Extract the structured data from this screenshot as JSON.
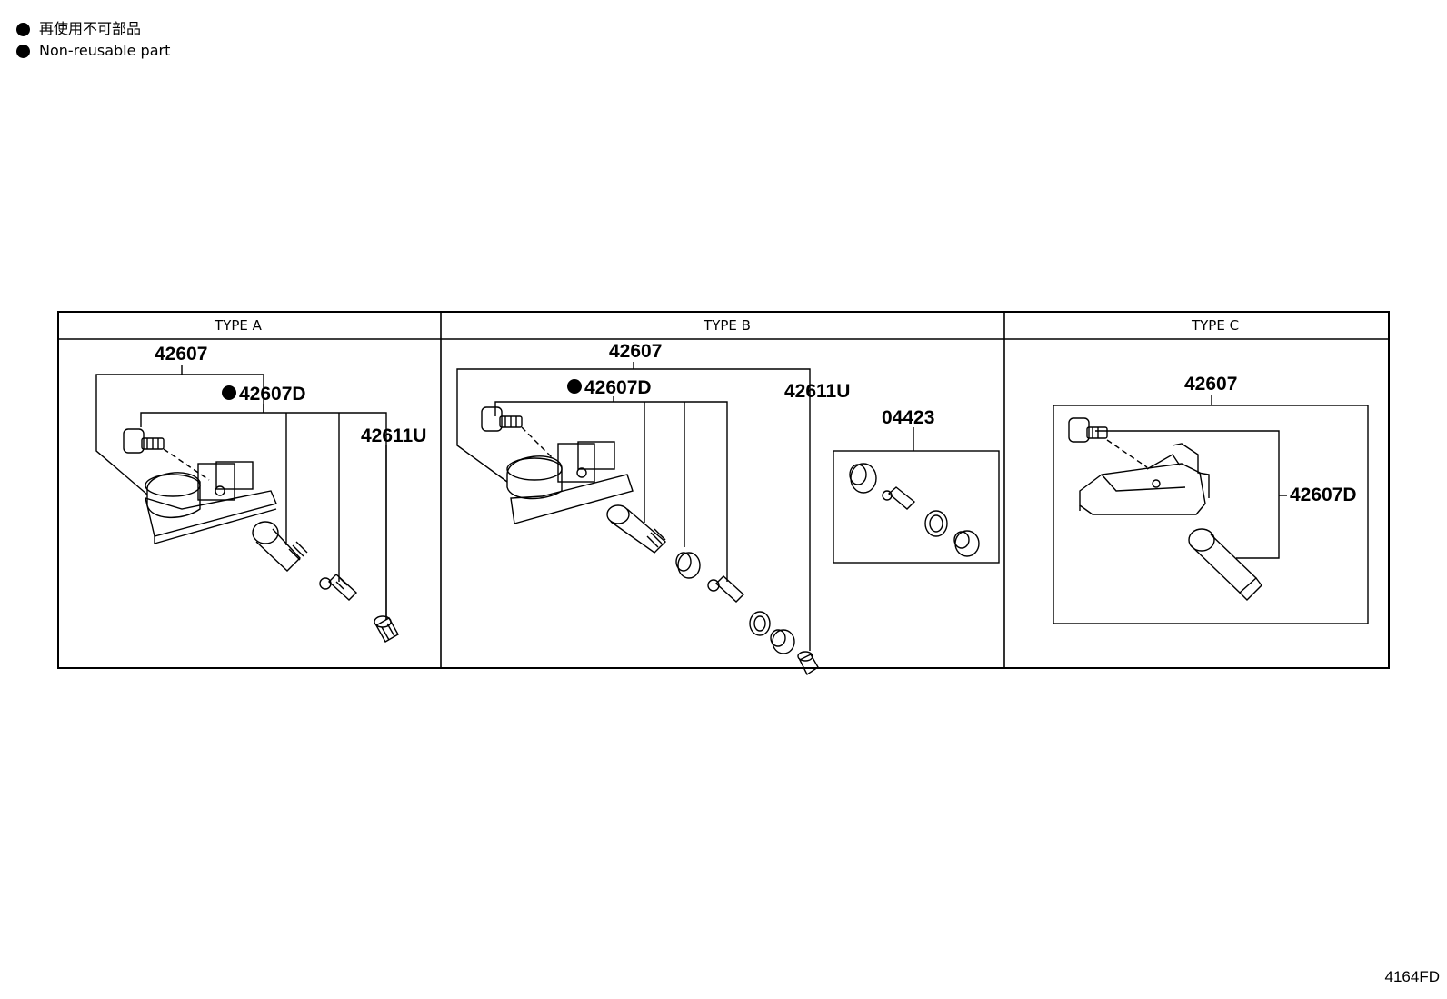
{
  "legend": {
    "items": [
      {
        "label": "再使用不可部品"
      },
      {
        "label": "Non-reusable part"
      }
    ]
  },
  "panels": {
    "a": {
      "title": "TYPE A",
      "labels": {
        "assembly": "42607",
        "sensor": "42607D",
        "core": "42611U"
      }
    },
    "b": {
      "title": "TYPE B",
      "labels": {
        "assembly": "42607",
        "sensor": "42607D",
        "core": "42611U",
        "kit": "04423"
      }
    },
    "c": {
      "title": "TYPE C",
      "labels": {
        "assembly": "42607",
        "sensor": "42607D"
      }
    }
  },
  "illustration_code": "4164FD"
}
